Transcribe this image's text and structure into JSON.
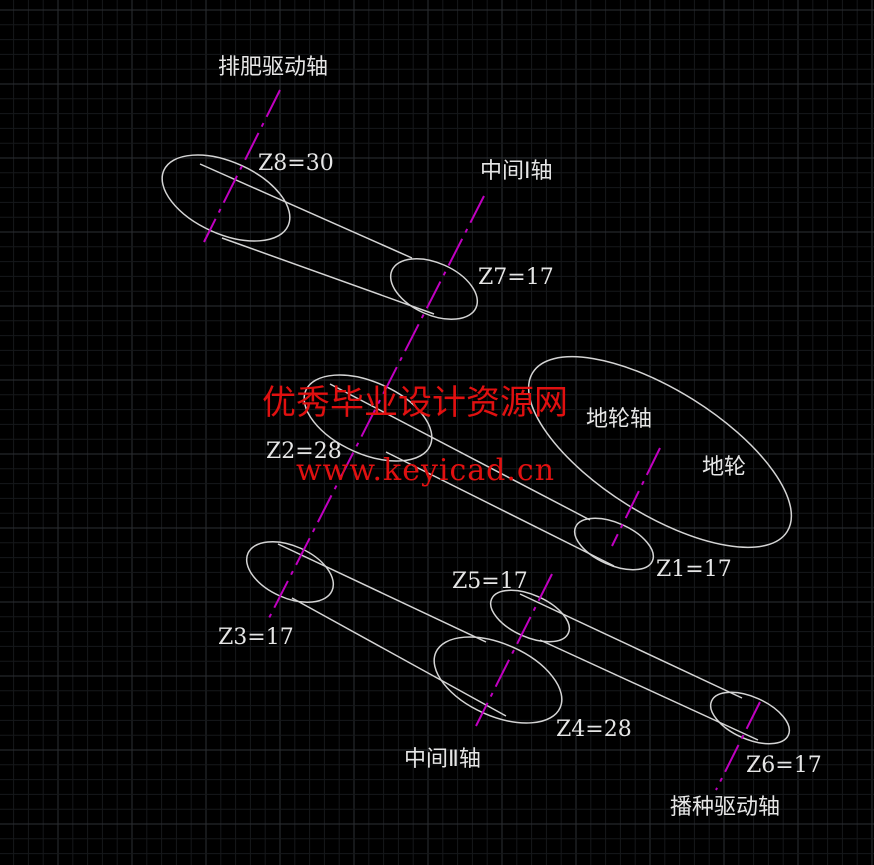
{
  "shaft_labels": {
    "fertilizer_drive_shaft": "排肥驱动轴",
    "intermediate_shaft_1": "中间Ⅰ轴",
    "ground_wheel_shaft": "地轮轴",
    "ground_wheel": "地轮",
    "intermediate_shaft_2": "中间Ⅱ轴",
    "seeding_drive_shaft": "播种驱动轴"
  },
  "gear_labels": {
    "z8": "Z8=30",
    "z7": "Z7=17",
    "z2": "Z2=28",
    "z1": "Z1=17",
    "z5": "Z5=17",
    "z3": "Z3=17",
    "z4": "Z4=28",
    "z6": "Z6=17"
  },
  "watermark": {
    "title": "优秀毕业设计资源网",
    "url": "www.keyicad.cn"
  },
  "colors": {
    "background": "#000000",
    "outline": "#d4d4d4",
    "centerline": "#c000c0",
    "label": "#e6e6e6",
    "watermark": "#e01010",
    "grid": "#2c2f33"
  }
}
